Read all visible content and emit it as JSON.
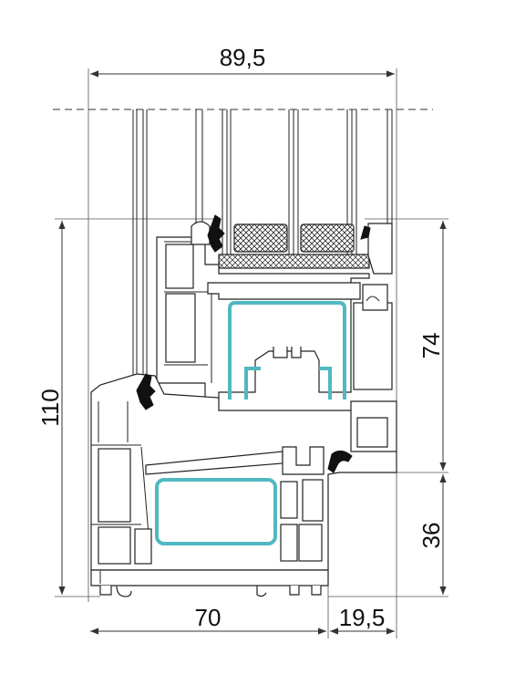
{
  "diagram": {
    "dimensions": {
      "overall_width": "89,5",
      "height_total": "110",
      "height_upper": "74",
      "height_lower": "36",
      "bottom_frame_width": "70",
      "bottom_overhang": "19,5"
    },
    "colors": {
      "outline": "#222222",
      "reinforcement": "#4fb8c0",
      "gasket": "#111111"
    }
  }
}
